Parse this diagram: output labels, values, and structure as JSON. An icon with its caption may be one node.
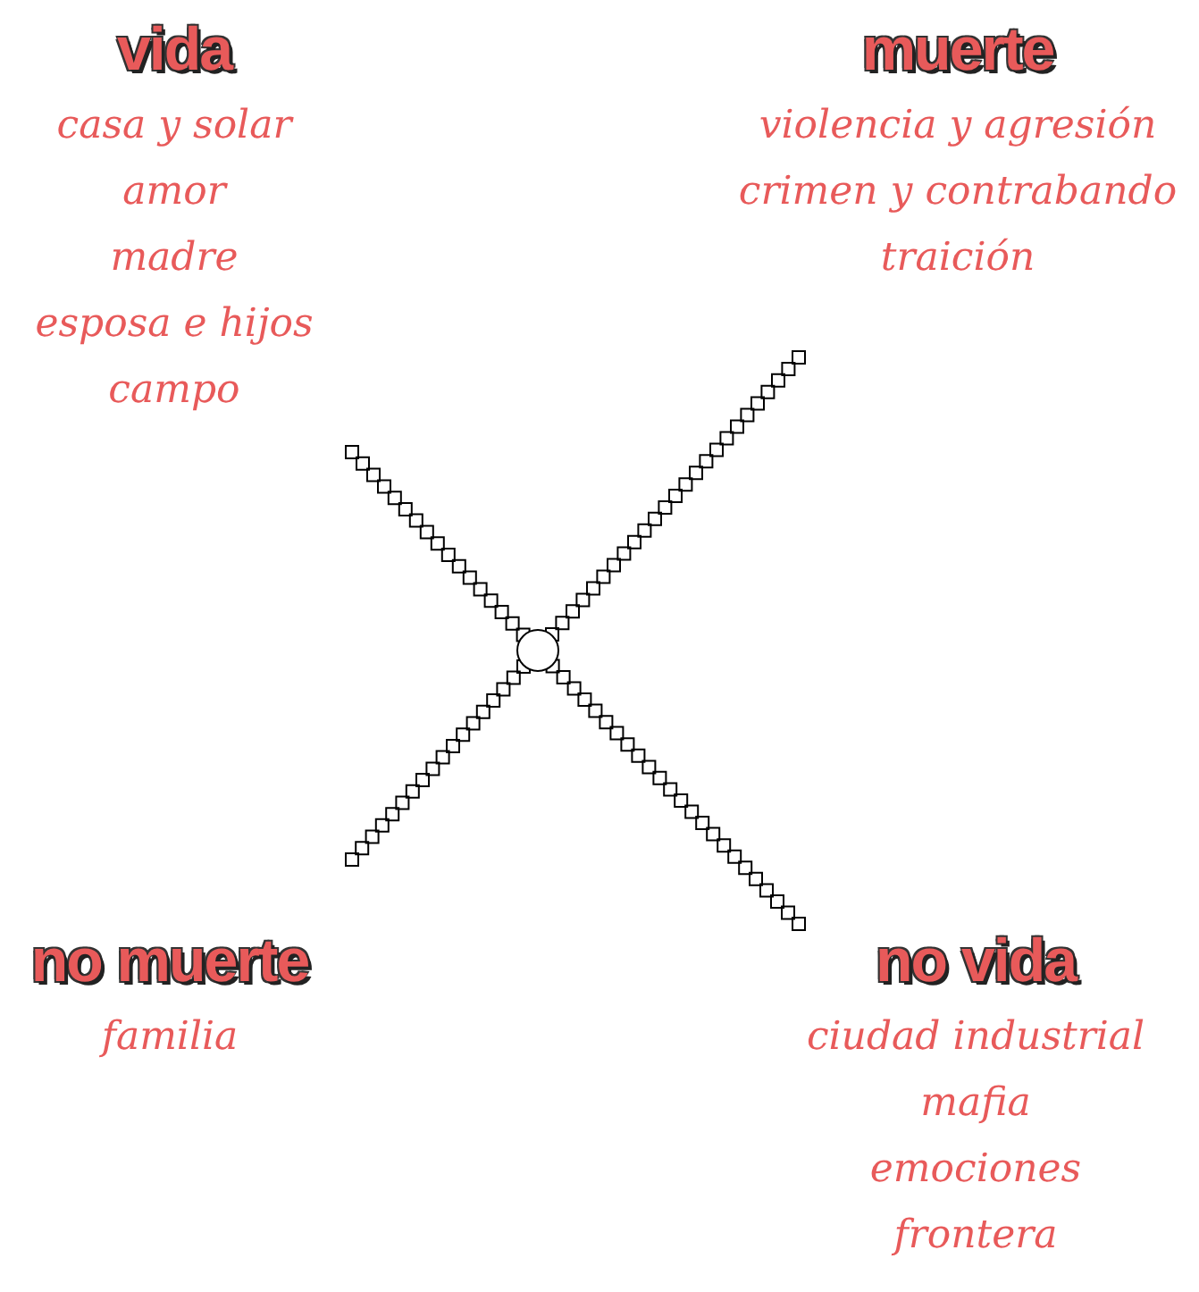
{
  "diagram": {
    "nodes": [
      {
        "text": [
          "vida",
          "casa y solar",
          "amor",
          "madre",
          "esposa e hijos",
          "campo"
        ]
      },
      {
        "text": [
          "muerte",
          "violencia y agresión",
          "crimen y contrabando",
          "traición"
        ]
      },
      {
        "text": [
          "no muerte",
          "familia"
        ]
      },
      {
        "text": [
          "no vida",
          "ciudad industrial",
          "mafia",
          "emociones",
          "frontera"
        ]
      },
      {
        "text": [],
        "shape": "circle"
      }
    ],
    "edges": [
      {
        "from": 0,
        "to": 4,
        "arrow": "none"
      },
      {
        "from": 1,
        "to": 4,
        "arrow": "none"
      },
      {
        "from": 2,
        "to": 4,
        "arrow": "none"
      },
      {
        "from": 3,
        "to": 4,
        "arrow": "none"
      }
    ]
  }
}
